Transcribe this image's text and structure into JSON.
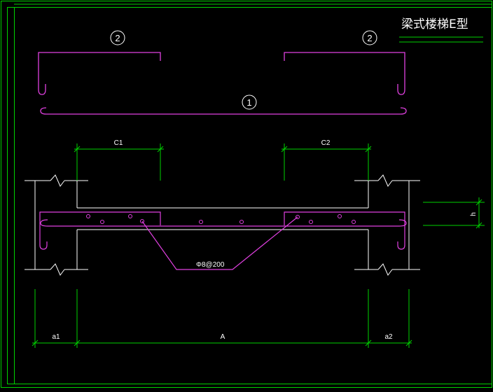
{
  "title": "梁式楼梯E型",
  "rebar_marks": {
    "top_left": "2",
    "top_right": "2",
    "bottom": "1"
  },
  "rebar_label": "Φ8@200",
  "dimensions": {
    "c1": "C1",
    "c2": "C2",
    "h": "h",
    "a1": "a1",
    "span": "A",
    "a2": "a2"
  },
  "colors": {
    "frame": "#00d200",
    "rebar": "#e040e0",
    "line": "#ffffff",
    "background": "#000000"
  }
}
